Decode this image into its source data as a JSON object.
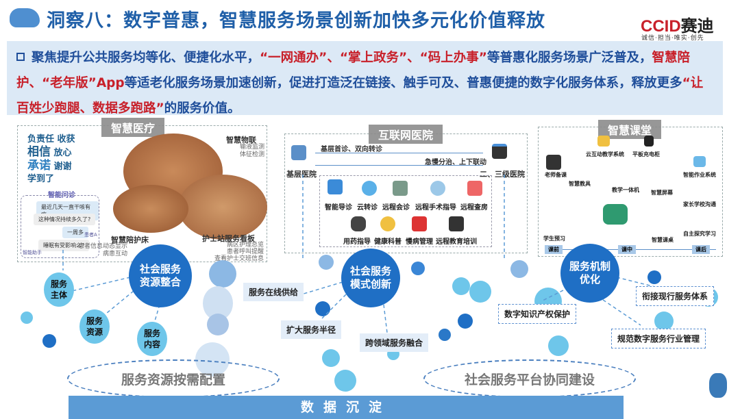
{
  "header": {
    "title": "洞察八：数字普惠，智慧服务场景创新加快多元化价值释放",
    "logo": "CCID赛迪",
    "logo_latin": "CCID",
    "logo_cn": "赛迪",
    "tagline": "诚信·担当·唯实·创先"
  },
  "intro": {
    "p1": "聚焦提升公共服务均等化、便捷化水平，",
    "q1": "“一网通办”、“掌上政务”、“码上办事”",
    "p2": "等普惠化服务场景广泛普及，",
    "q2": "智慧陪护、“老年版”App",
    "p3": "等适老化服务场景加速创新，促进打造泛在链接、触手可及、普惠便捷的数字化服务体系，释放更多",
    "q3": "“让百姓少跑腿、数据多跑路”",
    "p4": "的服务价值。"
  },
  "medical": {
    "title": "智慧医疗",
    "iot": "智慧物联",
    "iot_items": [
      "输液监测",
      "体征检测"
    ],
    "bed": "智慧陪护床",
    "bed_items": [
      "患者信息动态显示",
      "病患互动"
    ],
    "nurse": "护士站服务看板",
    "nurse_items": [
      "病区护理总览",
      "患者呼叫提醒",
      "查看护士交班信息"
    ],
    "consult": "智能问诊",
    "chat": [
      "最近几天一直干咳有痰",
      "这种情况持续多久了?",
      "一周多",
      "睡眠有受影响么?"
    ],
    "patient": "患者A",
    "bot": "智能助手",
    "cloud_words": [
      "相信",
      "承诺",
      "放心",
      "谢谢",
      "收获",
      "负责任",
      "学到了"
    ]
  },
  "hospital": {
    "title": "互联网医院",
    "forward": "基层首诊、双向转诊",
    "back": "急慢分治、上下联动",
    "left": "基层医院",
    "right": "二、三级医院",
    "services": [
      "智能导诊",
      "云转诊",
      "远程会诊",
      "远程手术指导",
      "远程查房",
      "用药指导",
      "健康科普",
      "慢病管理",
      "远程教育培训"
    ]
  },
  "classroom": {
    "title": "智慧课堂",
    "items": {
      "teacher": "老师备课",
      "cloud": "云互动教学系统",
      "tablet": "平板充电柜",
      "homework": "智能作业系统",
      "tools": "智慧教具",
      "allinone": "教学一体机",
      "screen": "智慧屏幕",
      "parent": "家长学校沟通",
      "preview": "学生预习",
      "desk": "智慧课桌",
      "explore": "自主探究学习"
    },
    "phases": [
      "课前",
      "课中",
      "课后"
    ]
  },
  "hubs": {
    "resource": "社会服务资源整合",
    "mode": "社会服务模式创新",
    "mechanism": "服务机制优化"
  },
  "subs": [
    "服务主体",
    "服务资源",
    "服务内容"
  ],
  "labels": {
    "online": "服务在线供给",
    "radius": "扩大服务半径",
    "cross": "跨领域服务融合",
    "ip": "数字知识产权保护",
    "connect": "衔接现行服务体系",
    "regulate": "规范数字服务行业管理"
  },
  "ellipses": [
    "服务资源按需配置",
    "社会服务平台协同建设"
  ],
  "base": "数据沉淀",
  "colors": {
    "primary": "#1f6fc5",
    "accent": "#c8202a",
    "light": "#6ec6ea"
  }
}
